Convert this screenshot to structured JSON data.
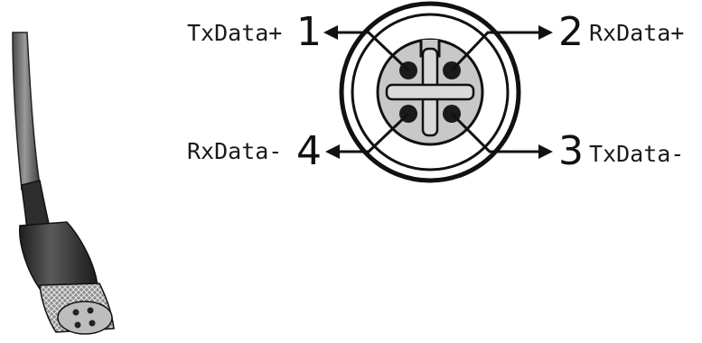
{
  "pins": [
    {
      "number": "1",
      "signal": "TxData+"
    },
    {
      "number": "2",
      "signal": "RxData+"
    },
    {
      "number": "3",
      "signal": "TxData-"
    },
    {
      "number": "4",
      "signal": "RxData-"
    }
  ],
  "colors": {
    "outline": "#111111",
    "insert": "#c8c8c8",
    "cable": "#707070",
    "connector_body": "#2b2b2b",
    "knurl": "#9a9a9a"
  }
}
